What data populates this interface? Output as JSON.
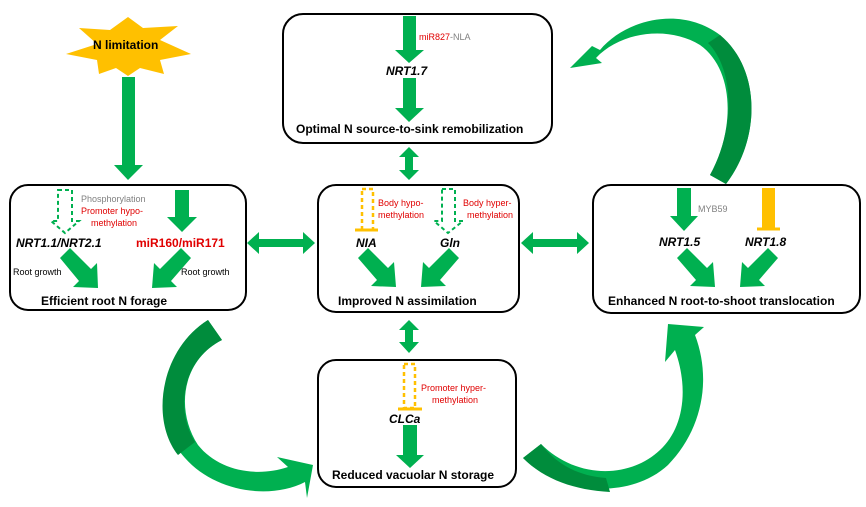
{
  "colors": {
    "green": "#00b050",
    "dark_green": "#008c3c",
    "orange": "#ffc000",
    "red_text": "#e00000",
    "grey_text": "#808080",
    "border": "#000000"
  },
  "trigger": {
    "label": "N limitation",
    "shape": "star"
  },
  "boxes": {
    "top": {
      "title": "Optimal N source-to-sink remobilization",
      "gene": "NRT1.7",
      "regulator_red": "miR827",
      "regulator_grey": "-NLA"
    },
    "left": {
      "title": "Efficient root N forage",
      "genes": [
        "NRT1.1/NRT2.1",
        "miR160/miR171"
      ],
      "annotation_grey": "Phosphorylation",
      "annotation_red_1": "Promoter hypo-",
      "annotation_red_2": "methylation",
      "root_growth_left": "Root growth",
      "root_growth_right": "Root growth"
    },
    "middle": {
      "title": "Improved N assimilation",
      "genes": [
        "NIA",
        "Gln"
      ],
      "annotation_1a": "Body hypo-",
      "annotation_1b": "methylation",
      "annotation_2a": "Body hyper-",
      "annotation_2b": "methylation"
    },
    "right": {
      "title": "Enhanced N root-to-shoot translocation",
      "genes": [
        "NRT1.5",
        "NRT1.8"
      ],
      "regulator_grey": "MYB59"
    },
    "bottom": {
      "title": "Reduced vacuolar N storage",
      "gene": "CLCa",
      "annotation_a": "Promoter hyper-",
      "annotation_b": "methylation"
    }
  }
}
